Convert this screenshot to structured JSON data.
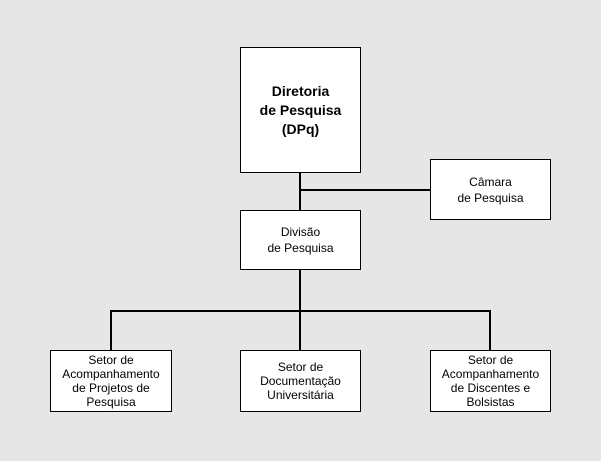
{
  "colors": {
    "background": "#e6e6e6",
    "node_fill": "#ffffff",
    "border": "#000000",
    "text": "#000000"
  },
  "nodes": {
    "dpq": {
      "lines": [
        "Diretoria",
        "de Pesquisa",
        "(DPq)"
      ]
    },
    "camara": {
      "lines": [
        "Câmara",
        "de Pesquisa"
      ]
    },
    "divisao": {
      "lines": [
        "Divisão",
        "de Pesquisa"
      ]
    },
    "setor_projetos": {
      "lines": [
        "Setor de",
        "Acompanhamento",
        "de Projetos de",
        "Pesquisa"
      ]
    },
    "setor_documentacao": {
      "lines": [
        "Setor de",
        "Documentação",
        "Universitária"
      ]
    },
    "setor_discentes": {
      "lines": [
        "Setor de",
        "Acompanhamento",
        "de Discentes e",
        "Bolsistas"
      ]
    }
  }
}
